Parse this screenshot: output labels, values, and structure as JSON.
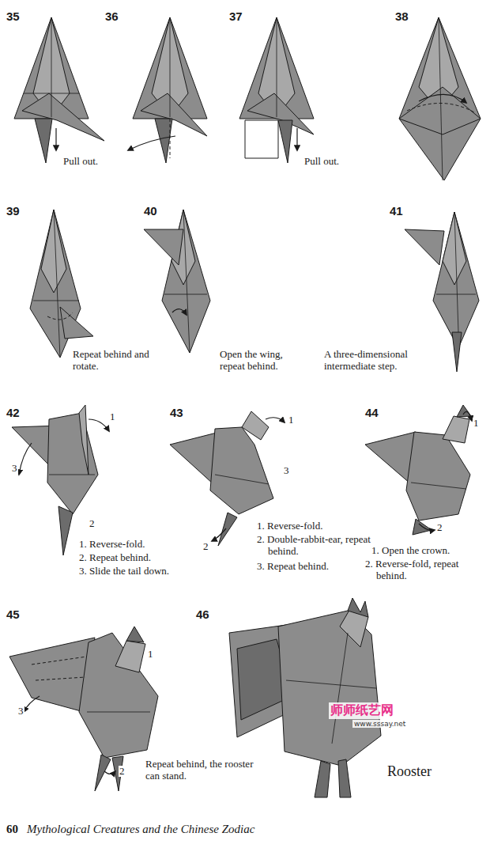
{
  "diagram": {
    "labels": [
      "35",
      "36",
      "37",
      "38",
      "Pull out.",
      "Pull out.",
      "39",
      "40",
      "41",
      "Repeat behind and rotate.",
      "Open the wing, repeat behind.",
      "A three-dimensional intermediate step.",
      "42",
      "43",
      "44",
      "1",
      "3",
      "2",
      "1. Reverse-fold.",
      "2. Repeat behind.",
      "3. Slide the tail down.",
      "1",
      "3",
      "2",
      "1. Reverse-fold.",
      "2. Double-rabbit-ear, repeat behind.",
      "3. Repeat behind.",
      "1",
      "2",
      "1. Open the crown.",
      "2. Reverse-fold, repeat behind.",
      "45",
      "46",
      "1",
      "3",
      "2",
      "Repeat behind, the rooster can stand.",
      "Rooster",
      "师师纸艺网",
      "www.sssay.net",
      "60",
      "Mythological Creatures and the Chinese Zodiac"
    ]
  }
}
